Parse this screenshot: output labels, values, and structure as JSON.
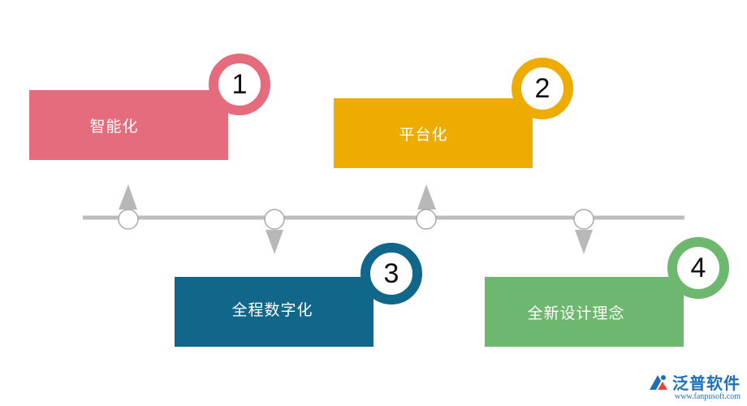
{
  "milestones": [
    {
      "number": "1",
      "label": "智能化",
      "color": "#e46c7d"
    },
    {
      "number": "2",
      "label": "平台化",
      "color": "#eeac00"
    },
    {
      "number": "3",
      "label": "全程数字化",
      "color": "#10678a"
    },
    {
      "number": "4",
      "label": "全新设计理念",
      "color": "#6db76e"
    }
  ],
  "colors": {
    "line": "#bdbdbd",
    "node_stroke": "#aaaaaa",
    "arrow": "#b8b8b8"
  },
  "watermark": {
    "name": "泛普软件",
    "url": "www.fanpusoft.com",
    "icon": "fanpu-logo-icon"
  }
}
